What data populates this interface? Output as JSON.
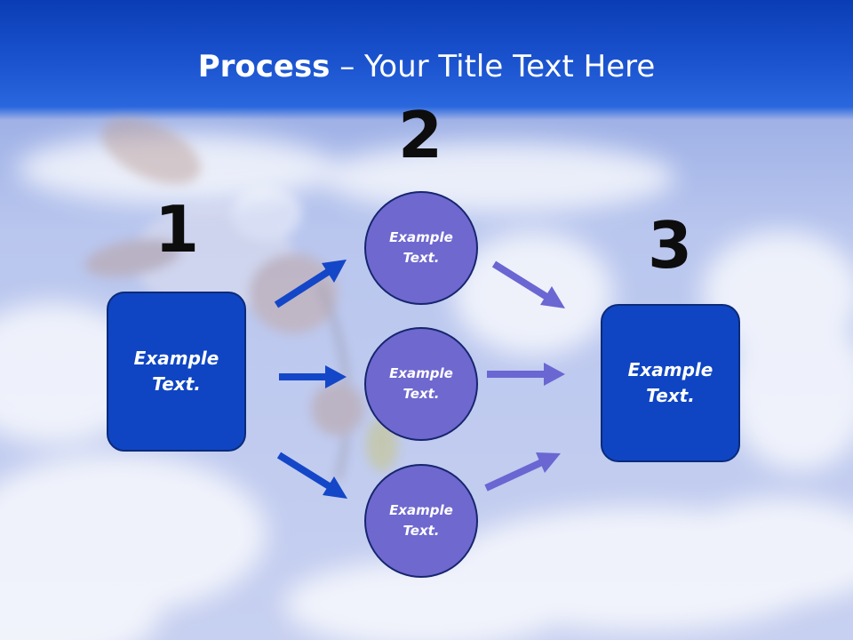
{
  "header": {
    "title_bold": "Process",
    "title_rest": " – Your Title Text Here"
  },
  "steps": {
    "step1_number": "1",
    "step2_number": "2",
    "step3_number": "3"
  },
  "nodes": {
    "left_box_text": "Example Text.",
    "circle_top_text": "Example Text.",
    "circle_middle_text": "Example Text.",
    "circle_bottom_text": "Example Text.",
    "right_box_text": "Example Text."
  },
  "colors": {
    "header_blue": "#0a3db5",
    "box_blue": "#0f45c2",
    "circle_purple": "#6f68cf",
    "arrow_left_blue": "#1446c8",
    "arrow_right_purple": "#6a66d2"
  }
}
